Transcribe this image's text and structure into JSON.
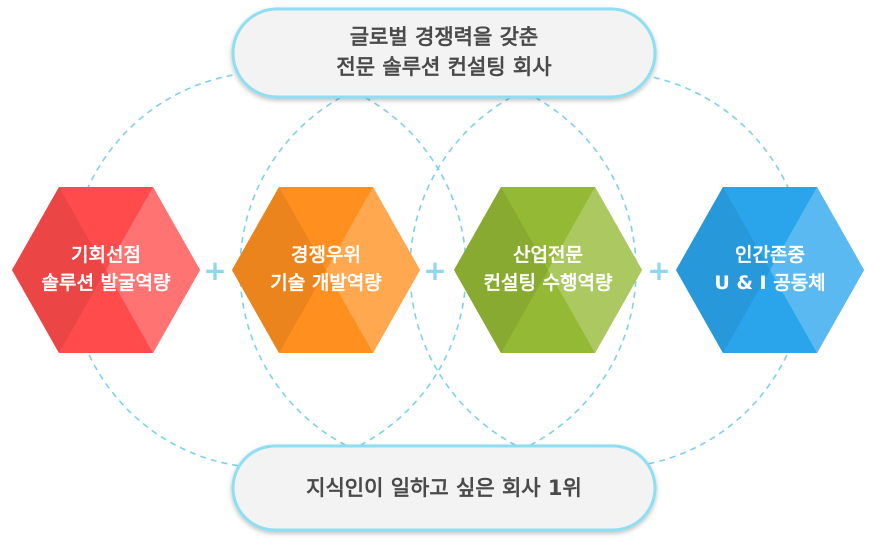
{
  "top_goal": {
    "line1": "글로벌 경쟁력을 갖춘",
    "line2": "전문 솔루션 컨설팅 회사"
  },
  "bottom_goal": {
    "text": "지식인이 일하고 싶은 회사 1위"
  },
  "competencies": [
    {
      "line1": "기회선점",
      "line2": "솔루션 발굴역량",
      "color": "#ff4b4b"
    },
    {
      "line1": "경쟁우위",
      "line2": "기술 개발역량",
      "color": "#ff8f1f"
    },
    {
      "line1": "산업전문",
      "line2": "컨설팅 수행역량",
      "color": "#94b934"
    },
    {
      "line1": "인간존중",
      "line2": "U & I 공동체",
      "color": "#2aa5ec"
    }
  ],
  "connector_symbol": "+",
  "colors": {
    "dashed_circle": "#7fd1ea",
    "pill_border": "#8ddff2",
    "pill_fill": "#f3f3f3",
    "plus": "#8fd6ee"
  }
}
